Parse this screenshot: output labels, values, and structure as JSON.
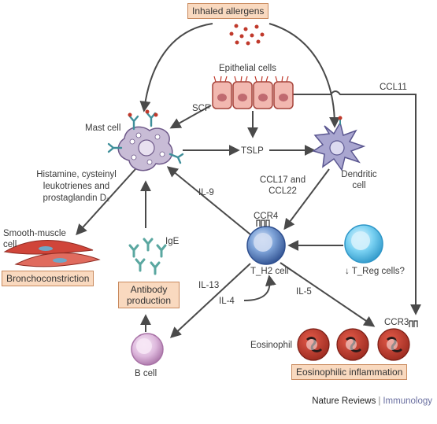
{
  "diagram": {
    "inhaled_allergens": "Inhaled allergens",
    "epithelial_cells": "Epithelial cells",
    "ccl11": "CCL11",
    "scf": "SCF",
    "mast_cell": "Mast cell",
    "tslp": "TSLP",
    "dendritic_cell": "Dendritic cell",
    "mediators": "Histamine, cysteinyl leukotrienes and prostaglandin D₂",
    "il9": "IL-9",
    "ccl17_ccl22": "CCL17 and CCL22",
    "ccr4": "CCR4",
    "th2_cell": "T_H2 cell",
    "treg_cells": "↓ T_Reg cells?",
    "smooth_muscle_cell": "Smooth-muscle cell",
    "bronchoconstriction": "Bronchoconstriction",
    "ige": "IgE",
    "antibody_production": "Antibody production",
    "il13": "IL-13",
    "il4": "IL-4",
    "il5": "IL-5",
    "b_cell": "B cell",
    "ccr3": "CCR3",
    "eosinophil": "Eosinophil",
    "eosinophilic_inflammation": "Eosinophilic inflammation"
  },
  "credit": {
    "journal": "Nature Reviews",
    "separator": "|",
    "section": "Immunology"
  },
  "colors": {
    "arrow": "#4a4a4a",
    "box_fill": "#f9d9bf",
    "box_border": "#c98a5e",
    "epithelial": "#f2b8b0",
    "mast_cell": "#c8bcd6",
    "dendritic": "#a9a6d0",
    "th2": "#4f7fbf",
    "treg": "#5fc4ea",
    "b_cell": "#d7b4d6",
    "eosinophil": "#c0392b",
    "antibody": "#5aa7a0",
    "smooth_muscle": "#d0453a",
    "allergen": "#c0392b"
  }
}
